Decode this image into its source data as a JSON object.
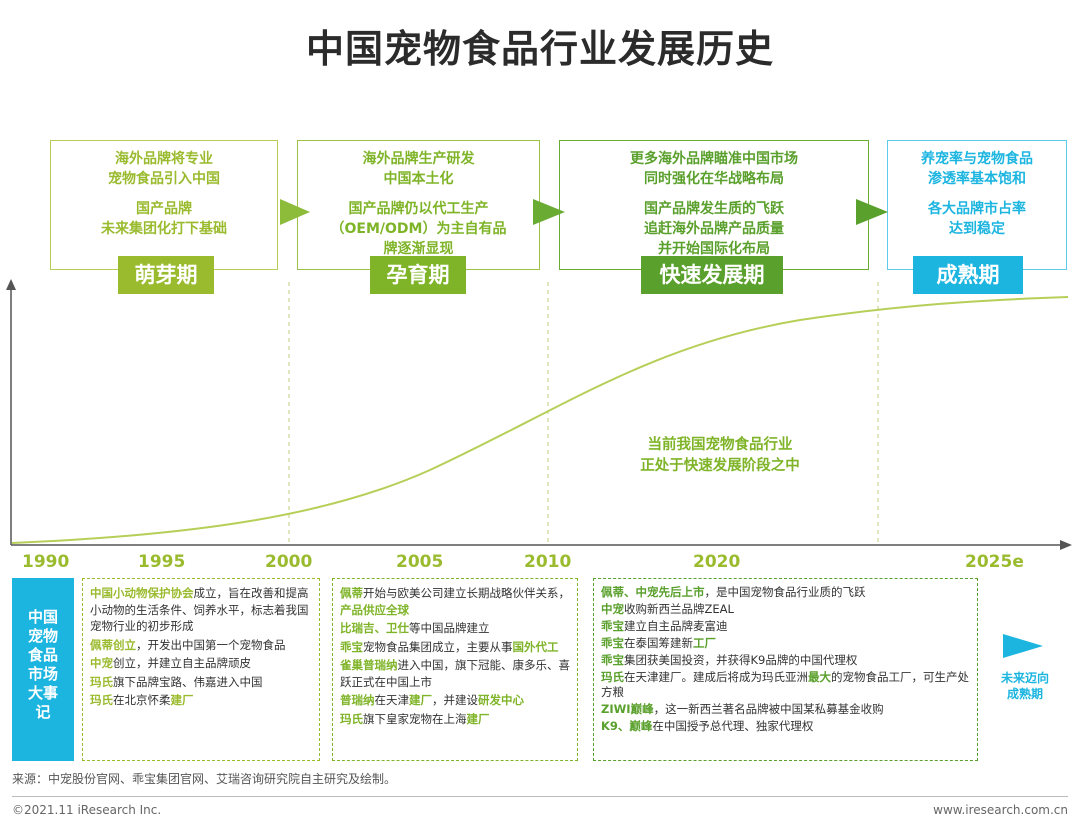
{
  "title": "中国宠物食品行业发展历史",
  "stages": [
    {
      "line1": "海外品牌将专业",
      "line2": "宠物食品引入中国",
      "line3": "国产品牌",
      "line4": "未来集团化打下基础",
      "label": "萌芽期",
      "color": "#9bbb2f"
    },
    {
      "line1": "海外品牌生产研发",
      "line2": "中国本土化",
      "line3": "国产品牌仍以代工生产",
      "line4": "（OEM/ODM）为主自有品",
      "line5": "牌逐渐显现",
      "label": "孕育期",
      "color": "#7fb428"
    },
    {
      "line1": "更多海外品牌瞄准中国市场",
      "line2": "同时强化在华战略布局",
      "line3": "国产品牌发生质的飞跃",
      "line4": "追赶海外品牌产品质量",
      "line5": "并开始国际化布局",
      "label": "快速发展期",
      "color": "#5aa02c"
    },
    {
      "line1": "养宠率与宠物食品",
      "line2": "渗透率基本饱和",
      "line3": "各大品牌市占率",
      "line4": "达到稳定",
      "label": "成熟期",
      "color": "#1cb5e0"
    }
  ],
  "years": [
    "1990",
    "1995",
    "2000",
    "2005",
    "2010",
    "2020",
    "2025e"
  ],
  "note": {
    "line1": "当前我国宠物食品行业",
    "line2": "正处于快速发展阶段之中"
  },
  "events_side": "中国宠物食品市场大事记",
  "events": {
    "box1": [
      {
        "hl": "中国小动物保护协会",
        "text": "成立，旨在改善和提高小动物的生活条件、饲养水平，标志着我国宠物行业的初步形成"
      },
      {
        "hl": "佩蒂创立",
        "text": "，开发出中国第一个宠物食品"
      },
      {
        "hl": "中宠",
        "text": "创立，并建立自主品牌顽皮"
      },
      {
        "hl": "玛氏",
        "text": "旗下品牌宝路、伟嘉进入中国"
      },
      {
        "hl": "玛氏",
        "text": "在北京怀柔",
        "hl2": "建厂"
      }
    ],
    "box2": [
      {
        "hl": "佩蒂",
        "text": "开始与欧美公司建立长期战略伙伴关系，",
        "hl2": "产品供应全球"
      },
      {
        "hl": "比瑞吉、卫仕",
        "text": "等中国品牌建立"
      },
      {
        "hl": "乖宝",
        "text": "宠物食品集团成立，主要从事",
        "hl2": "国外代工"
      },
      {
        "hl": "雀巢普瑞纳",
        "text": "进入中国，旗下冠能、康多乐、喜跃正式在中国上市"
      },
      {
        "hl": "普瑞纳",
        "text": "在天津",
        "hl2": "建厂",
        "text2": "，并建设",
        "hl3": "研发中心"
      },
      {
        "hl": "玛氏",
        "text": "旗下皇家宠物在上海",
        "hl2": "建厂"
      }
    ],
    "box3": [
      {
        "hl": "佩蒂、中宠先后上市",
        "text": "，是中国宠物食品行业质的飞跃"
      },
      {
        "hl": "中宠",
        "text": "收购新西兰品牌ZEAL"
      },
      {
        "hl": "乖宝",
        "text": "建立自主品牌麦富迪"
      },
      {
        "hl": "乖宝",
        "text": "在泰国筹建新",
        "hl2": "工厂"
      },
      {
        "hl": "乖宝",
        "text": "集团获美国投资，并获得K9品牌的中国代理权"
      },
      {
        "hl": "玛氏",
        "text": "在天津建厂。建成后将成为玛氏亚洲",
        "hl2": "最大",
        "text2": "的宠物食品工厂，可生产处方粮"
      },
      {
        "hl": "ZIWI巅峰",
        "text": "，这一新西兰著名品牌被中国某私募基金收购"
      },
      {
        "hl": "K9、巅峰",
        "text": "在中国授予总代理、独家代理权"
      }
    ]
  },
  "future": {
    "line1": "未来迈向",
    "line2": "成熟期"
  },
  "source": "来源：中宠股份官网、乖宝集团官网、艾瑞咨询研究院自主研究及绘制。",
  "footer_left": "©2021.11 iResearch Inc.",
  "footer_right": "www.iresearch.com.cn"
}
